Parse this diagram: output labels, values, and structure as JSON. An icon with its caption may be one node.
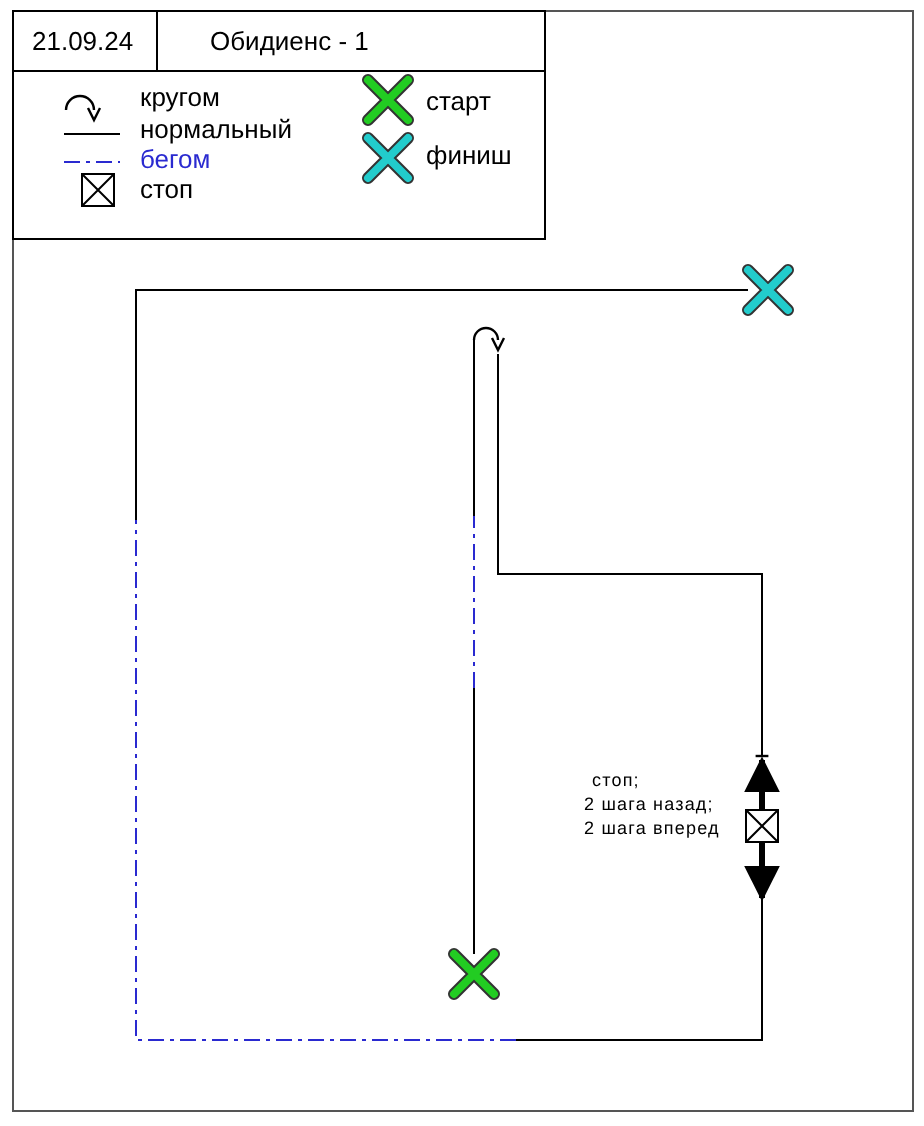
{
  "diagram": {
    "nodes": [
      {
        "text": [],
        "shape": "cross"
      },
      {
        "text": [],
        "shape": "icon"
      },
      {
        "text": [],
        "shape": "box",
        "beside": [
          "стоп;",
          "2 шага назад;",
          "2 шага вперед"
        ]
      },
      {
        "text": [],
        "shape": "cross"
      }
    ],
    "edges": [
      {
        "from": 0,
        "to": 1,
        "arrow": "none"
      },
      {
        "from": 1,
        "to": 2,
        "arrow": "other"
      },
      {
        "from": 2,
        "to": 3,
        "arrow": "none"
      }
    ],
    "labels": [
      "21.09.24",
      "Обидиенс - 1"
    ],
    "legend": [
      {
        "text": "кругом"
      },
      {
        "text": "нормальный"
      },
      {
        "text": "бегом"
      },
      {
        "text": "стоп"
      },
      {
        "text": "старт"
      },
      {
        "text": "финиш"
      }
    ]
  }
}
